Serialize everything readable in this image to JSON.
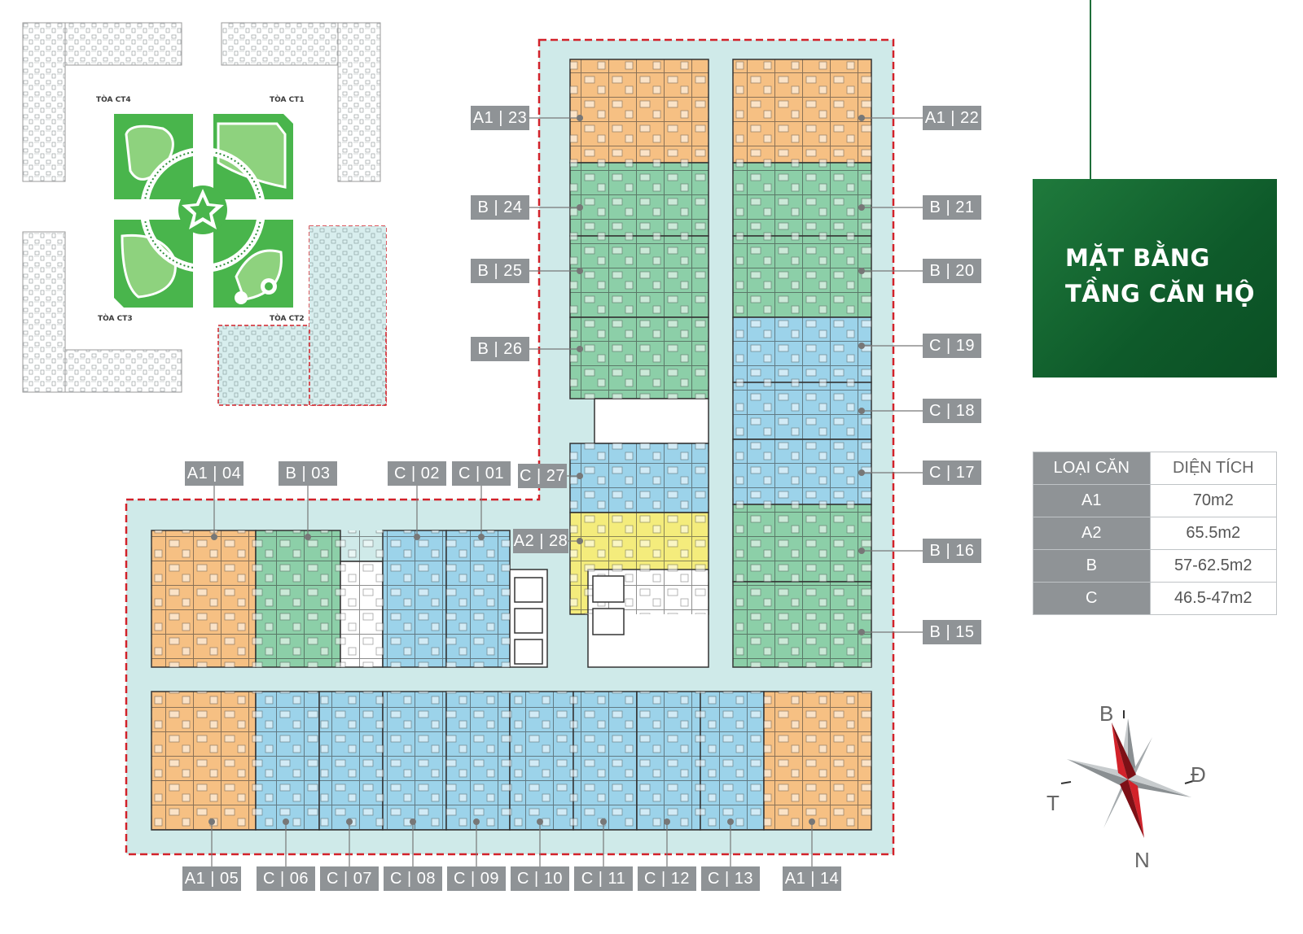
{
  "title": {
    "line1": "MẶT BẰNG",
    "line2": "TẦNG CĂN HỘ"
  },
  "colors": {
    "A1": "#f6c083",
    "A2": "#f4ec7c",
    "B": "#8ccfa8",
    "C": "#9cd3ea",
    "zone": "#cfeae9",
    "dash": "#d2222a",
    "label_bg": "#8f9396",
    "park": "#49b54c"
  },
  "site_plan": {
    "towers": [
      "TÒA CT4",
      "TÒA CT1",
      "TÒA CT3",
      "TÒA CT2"
    ]
  },
  "units": [
    {
      "type": "A1",
      "no": "23"
    },
    {
      "type": "A1",
      "no": "22"
    },
    {
      "type": "B",
      "no": "24"
    },
    {
      "type": "B",
      "no": "21"
    },
    {
      "type": "B",
      "no": "25"
    },
    {
      "type": "B",
      "no": "20"
    },
    {
      "type": "B",
      "no": "26"
    },
    {
      "type": "C",
      "no": "19"
    },
    {
      "type": "C",
      "no": "18"
    },
    {
      "type": "C",
      "no": "17"
    },
    {
      "type": "C",
      "no": "27"
    },
    {
      "type": "A2",
      "no": "28"
    },
    {
      "type": "B",
      "no": "16"
    },
    {
      "type": "B",
      "no": "15"
    },
    {
      "type": "A1",
      "no": "04"
    },
    {
      "type": "B",
      "no": "03"
    },
    {
      "type": "C",
      "no": "02"
    },
    {
      "type": "C",
      "no": "01"
    },
    {
      "type": "A1",
      "no": "05"
    },
    {
      "type": "C",
      "no": "06"
    },
    {
      "type": "C",
      "no": "07"
    },
    {
      "type": "C",
      "no": "08"
    },
    {
      "type": "C",
      "no": "09"
    },
    {
      "type": "C",
      "no": "10"
    },
    {
      "type": "C",
      "no": "11"
    },
    {
      "type": "C",
      "no": "12"
    },
    {
      "type": "C",
      "no": "13"
    },
    {
      "type": "A1",
      "no": "14"
    }
  ],
  "area_table": {
    "header": [
      "LOẠI CĂN",
      "DIỆN TÍCH"
    ],
    "rows": [
      {
        "type": "A1",
        "area": "70m2"
      },
      {
        "type": "A2",
        "area": "65.5m2"
      },
      {
        "type": "B",
        "area": "57-62.5m2"
      },
      {
        "type": "C",
        "area": "46.5-47m2"
      }
    ]
  },
  "compass": {
    "north": "B",
    "east": "Đ",
    "west": "T",
    "south": "N",
    "icon": "compass-rose-icon"
  }
}
